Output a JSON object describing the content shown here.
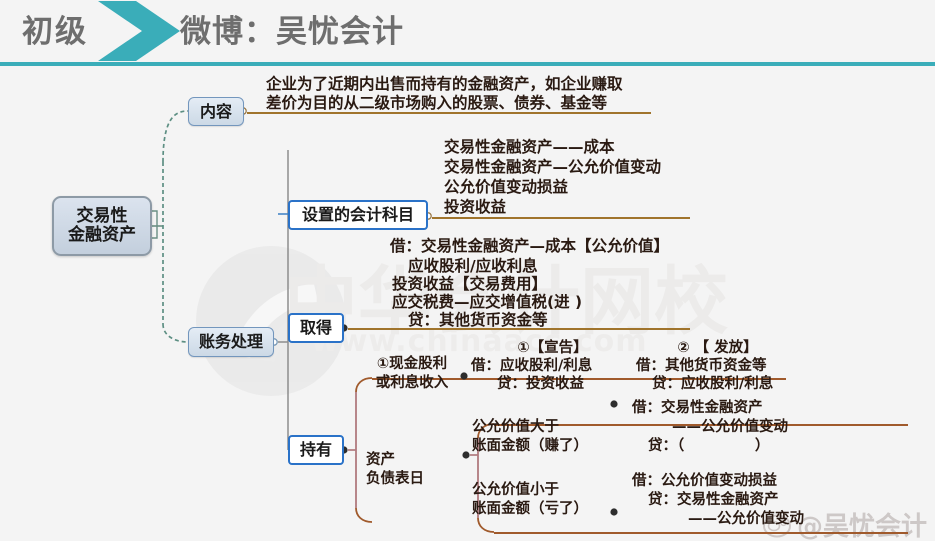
{
  "header": {
    "left_label": "初级",
    "right_label": "微博：吴忧会计",
    "accent_color": "#3aadb9",
    "chevron_icon": "chevron-right-icon"
  },
  "watermarks": {
    "center_main": "中华会计网校",
    "center_sub": "www.chinaacc.com",
    "corner_handle": "@吴忧会计",
    "corner_icon": "weibo-logo-icon"
  },
  "mindmap": {
    "root": {
      "text": "交易性\n金融资产"
    },
    "nodes": [
      {
        "id": "content",
        "text": "内容"
      },
      {
        "id": "bookkeeping",
        "text": "账务处理"
      },
      {
        "id": "subjects",
        "text": "设置的会计科目"
      },
      {
        "id": "acquire",
        "text": "取得"
      },
      {
        "id": "hold",
        "text": "持有"
      }
    ],
    "content_note": {
      "line1": "企业为了近期内出售而持有的金融资产，如企业赚取",
      "line2": "差价为目的从二级市场购入的股票、债券、基金等"
    },
    "subjects_note": {
      "line1": "交易性金融资产——成本",
      "line2": "交易性金融资产—公允价值变动",
      "line3": "公允价值变动损益",
      "line4": "投资收益"
    },
    "acquire_note": {
      "line1": "借：交易性金融资产—成本【公允价值】",
      "line2": "应收股利/应收利息",
      "line3": "投资收益【交易费用】",
      "line4": "应交税费—应交增值税(进 )",
      "line5": "贷：其他货币资金等"
    },
    "hold": {
      "branch1": {
        "label": "①现金股利\n或利息收入",
        "col1_title": "①【宣告】",
        "col1_line1": "借：应收股利/利息",
        "col1_line2": "贷：投资收益",
        "col2_title": "② 【 发放】",
        "col2_line1": "借：其他货币资金等",
        "col2_line2": "贷：应收股利/利息"
      },
      "balance_date_label": "资产\n负债表日",
      "branch2": {
        "label": "公允价值大于\n账面金额（赚了）",
        "line1": "借：交易性金融资产",
        "line2": "——公允价值变动",
        "line3": "贷：（              ）"
      },
      "branch3": {
        "label": "公允价值小于\n账面金额（亏了）",
        "line1": "借：公允价值变动损益",
        "line2": "贷：交易性金融资产",
        "line3": "——公允价值变动"
      }
    },
    "colors": {
      "green_branch": "#5d8f83",
      "brown_branch": "#a05a2c",
      "pink_branch": "#b07a7e",
      "gray_branch": "#8d8d8d"
    }
  }
}
